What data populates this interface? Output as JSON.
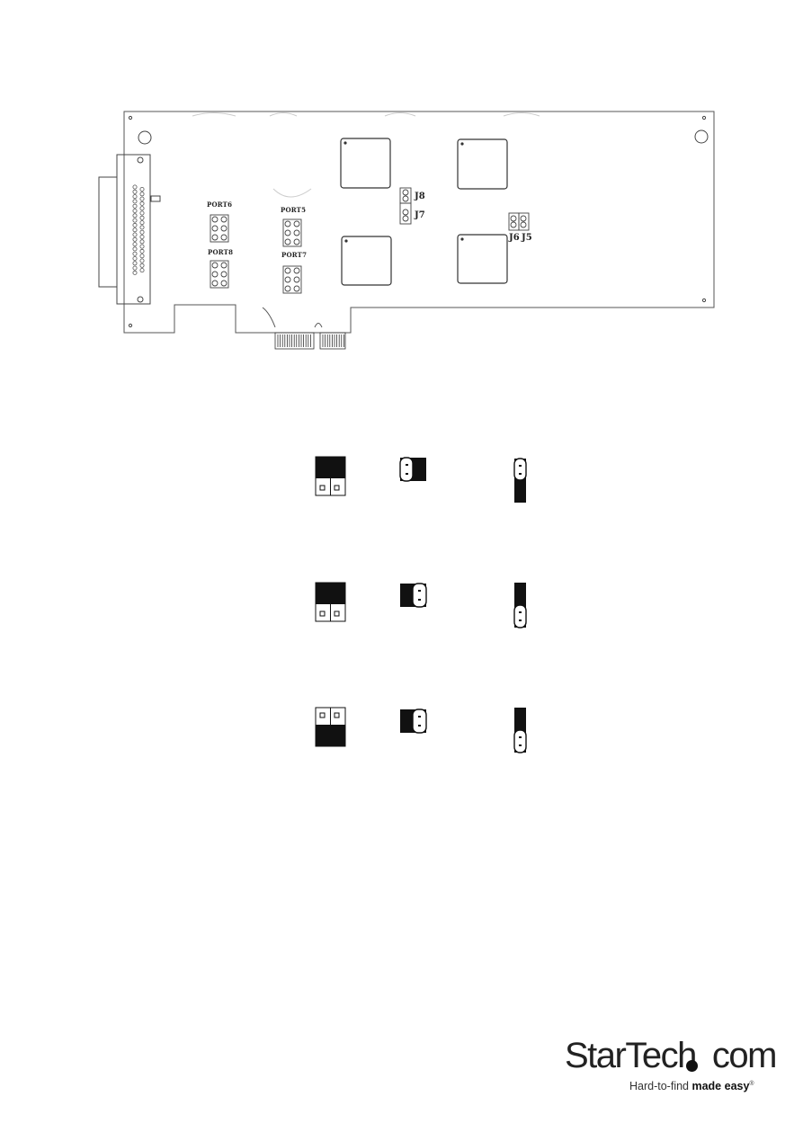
{
  "board": {
    "port_labels": [
      "PORT6",
      "PORT5",
      "PORT8",
      "PORT7"
    ],
    "jumper_labels": [
      "J8",
      "J7",
      "J6",
      "J5"
    ]
  },
  "logo": {
    "word_before_dot": "StarTech",
    "word_after_dot": "com",
    "tagline_plain": "Hard-to-find ",
    "tagline_bold": "made easy",
    "trademark": "®"
  },
  "colors": {
    "ink": "#111111",
    "board_line": "#555555",
    "background": "#ffffff"
  }
}
